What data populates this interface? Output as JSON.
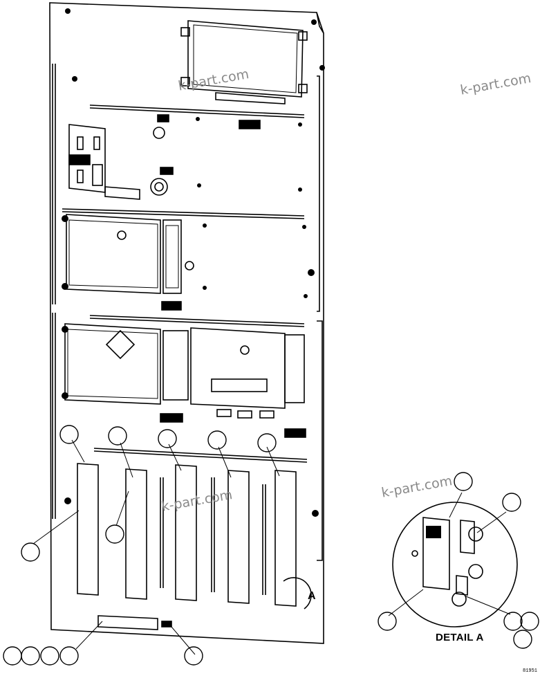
{
  "watermarks": [
    "k-part.com",
    "k-part.com",
    "k-part.com",
    "k-part.com"
  ],
  "detail_label": "DETAIL A",
  "detail_marker": "A",
  "drawing_code": "81951",
  "colors": {
    "line": "#000000",
    "paper": "#ffffff",
    "watermark": "#8a8a8a"
  }
}
